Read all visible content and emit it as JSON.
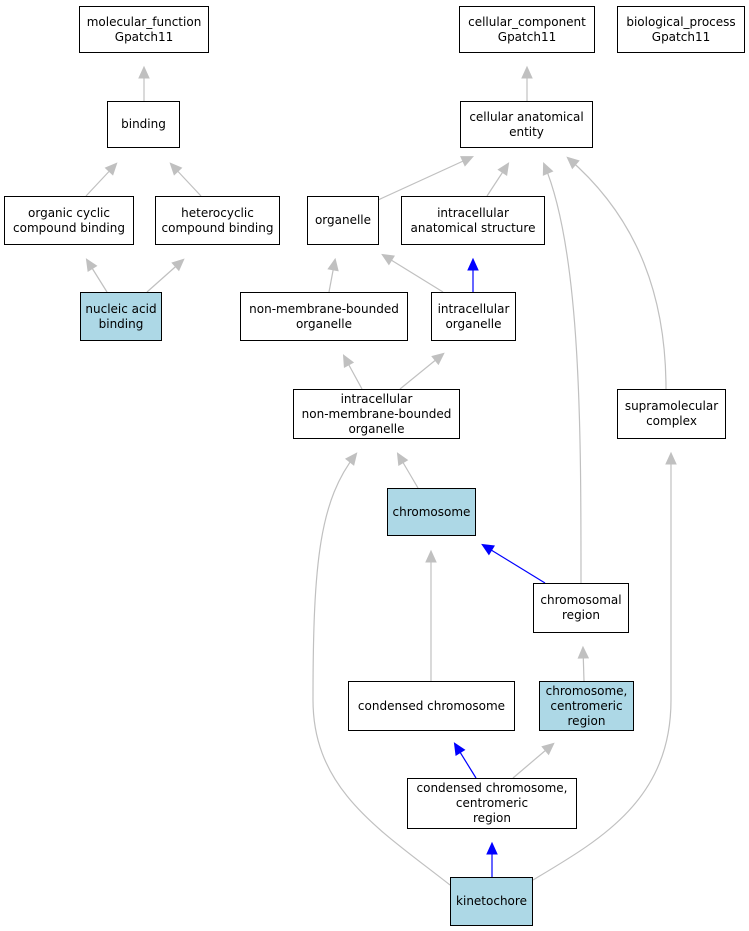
{
  "colors": {
    "highlight_fill": "#add8e6",
    "default_fill": "#ffffff",
    "edge_default": "#c0c0c0",
    "edge_part_of": "#0000ff"
  },
  "nodes": {
    "molecular_function": {
      "lines": [
        "molecular_function",
        "Gpatch11"
      ],
      "highlighted": false
    },
    "cellular_component": {
      "lines": [
        "cellular_component",
        "Gpatch11"
      ],
      "highlighted": false
    },
    "biological_process": {
      "lines": [
        "biological_process",
        "Gpatch11"
      ],
      "highlighted": false
    },
    "binding": {
      "lines": [
        "binding"
      ],
      "highlighted": false
    },
    "cellular_anatomical_entity": {
      "lines": [
        "cellular anatomical",
        "entity"
      ],
      "highlighted": false
    },
    "organic_cyclic_compound_binding": {
      "lines": [
        "organic cyclic",
        "compound binding"
      ],
      "highlighted": false
    },
    "heterocyclic_compound_binding": {
      "lines": [
        "heterocyclic",
        "compound binding"
      ],
      "highlighted": false
    },
    "organelle": {
      "lines": [
        "organelle"
      ],
      "highlighted": false
    },
    "intracellular_anatomical_structure": {
      "lines": [
        "intracellular",
        "anatomical structure"
      ],
      "highlighted": false
    },
    "nucleic_acid_binding": {
      "lines": [
        "nucleic acid",
        "binding"
      ],
      "highlighted": true
    },
    "non_membrane_bounded_organelle": {
      "lines": [
        "non-membrane-bounded",
        "organelle"
      ],
      "highlighted": false
    },
    "intracellular_organelle": {
      "lines": [
        "intracellular",
        "organelle"
      ],
      "highlighted": false
    },
    "intracellular_non_membrane_bounded_organelle": {
      "lines": [
        "intracellular",
        "non-membrane-bounded",
        "organelle"
      ],
      "highlighted": false
    },
    "supramolecular_complex": {
      "lines": [
        "supramolecular",
        "complex"
      ],
      "highlighted": false
    },
    "chromosome": {
      "lines": [
        "chromosome"
      ],
      "highlighted": true
    },
    "chromosomal_region": {
      "lines": [
        "chromosomal",
        "region"
      ],
      "highlighted": false
    },
    "condensed_chromosome": {
      "lines": [
        "condensed chromosome"
      ],
      "highlighted": false
    },
    "chromosome_centromeric_region": {
      "lines": [
        "chromosome,",
        "centromeric",
        "region"
      ],
      "highlighted": true
    },
    "condensed_chromosome_centromeric_region": {
      "lines": [
        "condensed chromosome,",
        "centromeric",
        "region"
      ],
      "highlighted": false
    },
    "kinetochore": {
      "lines": [
        "kinetochore"
      ],
      "highlighted": true
    }
  },
  "edges": [
    {
      "from": "binding",
      "to": "molecular_function",
      "kind": "is_a"
    },
    {
      "from": "organic_cyclic_compound_binding",
      "to": "binding",
      "kind": "is_a"
    },
    {
      "from": "heterocyclic_compound_binding",
      "to": "binding",
      "kind": "is_a"
    },
    {
      "from": "nucleic_acid_binding",
      "to": "organic_cyclic_compound_binding",
      "kind": "is_a"
    },
    {
      "from": "nucleic_acid_binding",
      "to": "heterocyclic_compound_binding",
      "kind": "is_a"
    },
    {
      "from": "cellular_anatomical_entity",
      "to": "cellular_component",
      "kind": "is_a"
    },
    {
      "from": "organelle",
      "to": "cellular_anatomical_entity",
      "kind": "is_a"
    },
    {
      "from": "intracellular_anatomical_structure",
      "to": "cellular_anatomical_entity",
      "kind": "is_a"
    },
    {
      "from": "chromosomal_region",
      "to": "cellular_anatomical_entity",
      "kind": "is_a"
    },
    {
      "from": "supramolecular_complex",
      "to": "cellular_anatomical_entity",
      "kind": "is_a"
    },
    {
      "from": "non_membrane_bounded_organelle",
      "to": "organelle",
      "kind": "is_a"
    },
    {
      "from": "intracellular_organelle",
      "to": "organelle",
      "kind": "is_a"
    },
    {
      "from": "intracellular_organelle",
      "to": "intracellular_anatomical_structure",
      "kind": "part_of"
    },
    {
      "from": "intracellular_non_membrane_bounded_organelle",
      "to": "non_membrane_bounded_organelle",
      "kind": "is_a"
    },
    {
      "from": "intracellular_non_membrane_bounded_organelle",
      "to": "intracellular_organelle",
      "kind": "is_a"
    },
    {
      "from": "chromosome",
      "to": "intracellular_non_membrane_bounded_organelle",
      "kind": "is_a"
    },
    {
      "from": "kinetochore",
      "to": "intracellular_non_membrane_bounded_organelle",
      "kind": "is_a"
    },
    {
      "from": "chromosomal_region",
      "to": "chromosome",
      "kind": "part_of"
    },
    {
      "from": "condensed_chromosome",
      "to": "chromosome",
      "kind": "is_a"
    },
    {
      "from": "chromosome_centromeric_region",
      "to": "chromosomal_region",
      "kind": "is_a"
    },
    {
      "from": "condensed_chromosome_centromeric_region",
      "to": "condensed_chromosome",
      "kind": "part_of"
    },
    {
      "from": "condensed_chromosome_centromeric_region",
      "to": "chromosome_centromeric_region",
      "kind": "is_a"
    },
    {
      "from": "kinetochore",
      "to": "condensed_chromosome_centromeric_region",
      "kind": "part_of"
    },
    {
      "from": "kinetochore",
      "to": "supramolecular_complex",
      "kind": "is_a"
    }
  ]
}
